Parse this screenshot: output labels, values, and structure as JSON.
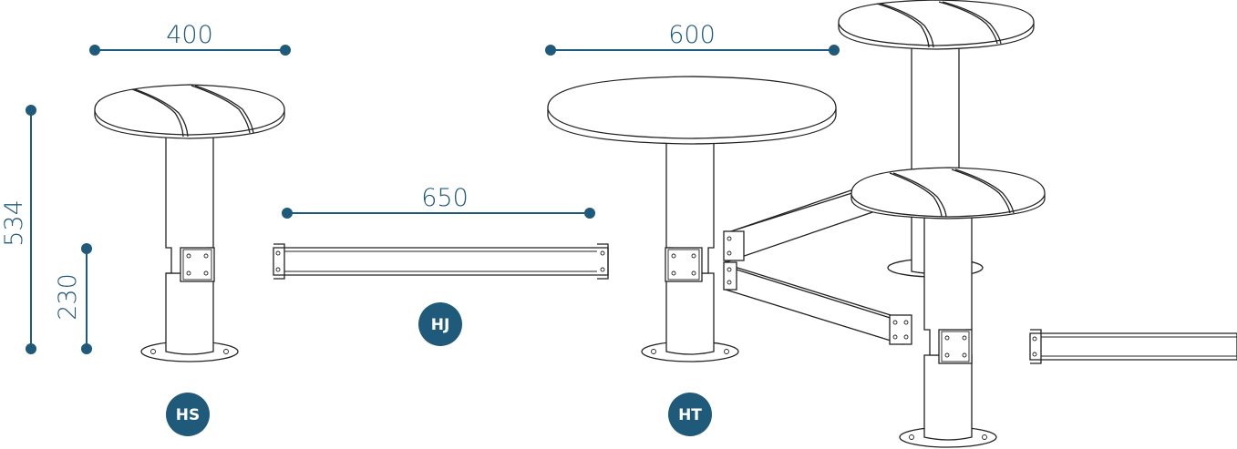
{
  "colors": {
    "accent": "#1f5a7a",
    "ink": "#222222",
    "badge_text": "#ffffff"
  },
  "dimensions": {
    "hs_width": "400",
    "ht_width": "600",
    "hj_length": "650",
    "hs_height": "534",
    "hs_joint_height": "230"
  },
  "badges": {
    "hs": "HS",
    "hj": "HJ",
    "ht": "HT"
  }
}
